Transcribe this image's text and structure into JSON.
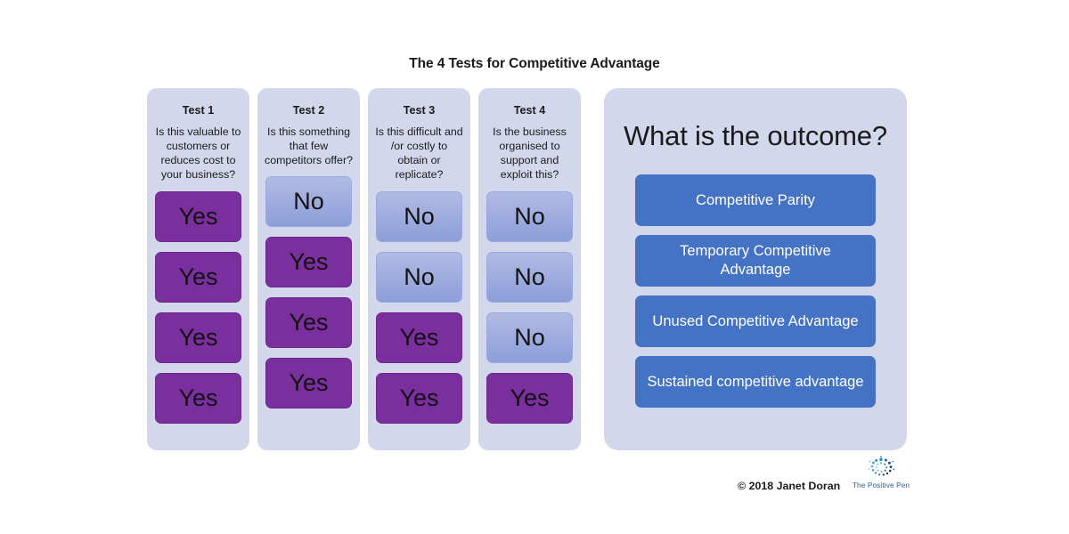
{
  "title": "The 4 Tests for Competitive Advantage",
  "tests": [
    {
      "heading": "Test 1",
      "question": "Is this valuable to customers or reduces cost to your business?",
      "answers": [
        "Yes",
        "Yes",
        "Yes",
        "Yes"
      ]
    },
    {
      "heading": "Test 2",
      "question": "Is this something that few competitors offer?",
      "answers": [
        "No",
        "Yes",
        "Yes",
        "Yes"
      ]
    },
    {
      "heading": "Test 3",
      "question": "Is this difficult and /or costly to obtain or replicate?",
      "answers": [
        "No",
        "No",
        "Yes",
        "Yes"
      ]
    },
    {
      "heading": "Test 4",
      "question": "Is the business organised to support and exploit this?",
      "answers": [
        "No",
        "No",
        "No",
        "Yes"
      ]
    }
  ],
  "outcome": {
    "heading": "What is the outcome?",
    "items": [
      "Competitive Parity",
      "Temporary Competitive Advantage",
      "Unused Competitive Advantage",
      "Sustained competitive advantage"
    ]
  },
  "footer": {
    "copyright": "© 2018 Janet Doran",
    "brand_name": "The Positive Pen",
    "brand_mark_icon": "dot-ring-logo-icon"
  },
  "colors": {
    "panel_background": "#d2d7ec",
    "yes_fill": "#7b2f9e",
    "no_fill_top": "#b1bbe4",
    "no_fill_bottom": "#8c9ed9",
    "outcome_fill": "#4472c4",
    "page_background": "#ffffff",
    "brand_blue": "#2b5f96"
  }
}
